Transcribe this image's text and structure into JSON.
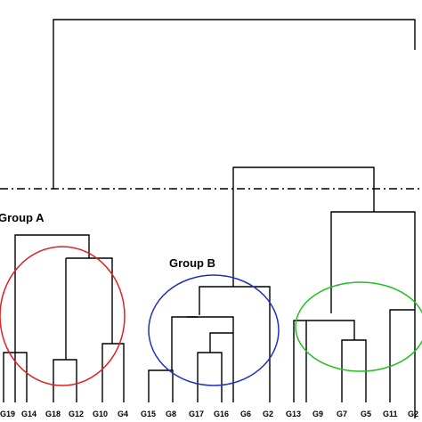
{
  "leaves": [
    "G19",
    "G14",
    "G18",
    "G12",
    "G10",
    "G4",
    "G15",
    "G8",
    "G17",
    "G16",
    "G6",
    "G2",
    "G13",
    "G9",
    "G7",
    "G5",
    "G11",
    "G2"
  ],
  "groups": [
    {
      "label": "Group A",
      "color": "#e02020"
    },
    {
      "label": "Group B",
      "color": "#2030c0"
    },
    {
      "label": "",
      "color": "#20c020"
    }
  ],
  "colors": {
    "tree": "#000000",
    "background": "#ffffff"
  }
}
